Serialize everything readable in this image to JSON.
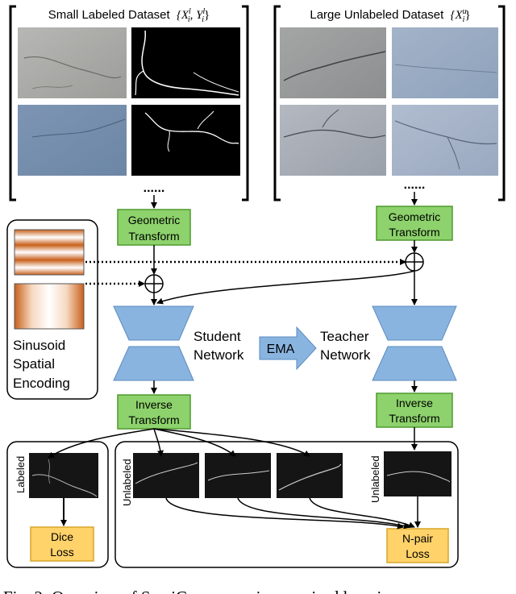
{
  "labeled_dataset": {
    "title": "Small Labeled Dataset",
    "notation": "{X",
    "sup": "l",
    "sub": "i",
    "label_sym": "Y"
  },
  "unlabeled_dataset": {
    "title": "Large Unlabeled Dataset",
    "notation": "{X",
    "sup": "u",
    "sub": "i"
  },
  "ellipsis": "......",
  "geometric_transform": {
    "line1": "Geometric",
    "line2": "Transform"
  },
  "inverse_transform": {
    "line1": "Inverse",
    "line2": "Transform"
  },
  "encoding": {
    "line1": "Sinusoid",
    "line2": "Spatial",
    "line3": "Encoding"
  },
  "student": {
    "line1": "Student",
    "line2": "Network"
  },
  "teacher": {
    "line1": "Teacher",
    "line2": "Network"
  },
  "ema": "EMA",
  "labeled_tag": "Labeled",
  "unlabeled_tag": "Unlabeled",
  "dice_loss": {
    "line1": "Dice",
    "line2": "Loss"
  },
  "npair_loss": {
    "line1": "N-pair",
    "line2": "Loss"
  },
  "caption": "Fig. 2: Overview of SemiCurv, a semi-supervised learning",
  "colors": {
    "transform_fill": "#8dd26c",
    "transform_stroke": "#4f9a2e",
    "network_fill": "#8ab4e0",
    "network_stroke": "#5a8cc0",
    "loss_fill": "#ffd26a",
    "loss_stroke": "#d9a52a",
    "encoding_orange": "#c8601c"
  }
}
